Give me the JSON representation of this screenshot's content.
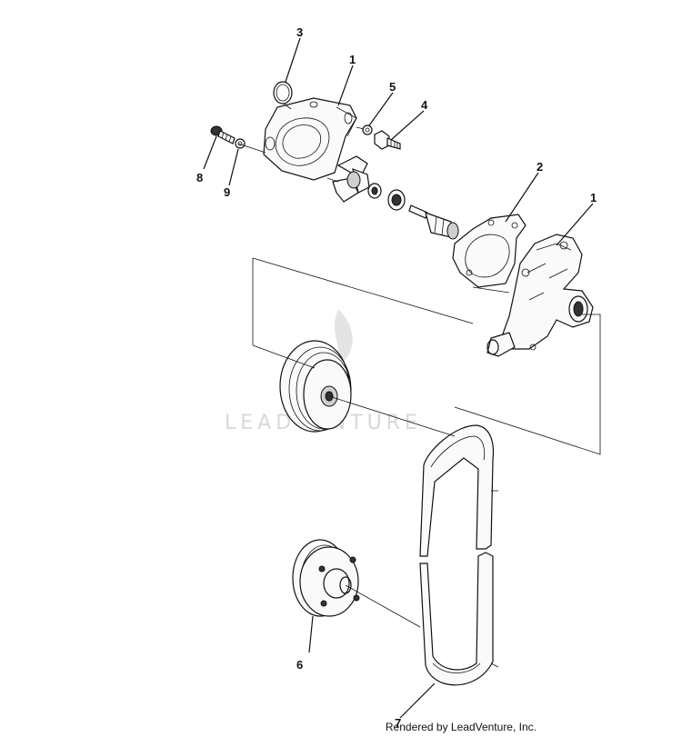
{
  "diagram": {
    "callouts": [
      {
        "id": "c3",
        "label": "3"
      },
      {
        "id": "c1a",
        "label": "1"
      },
      {
        "id": "c5",
        "label": "5"
      },
      {
        "id": "c4",
        "label": "4"
      },
      {
        "id": "c8",
        "label": "8"
      },
      {
        "id": "c9",
        "label": "9"
      },
      {
        "id": "c2",
        "label": "2"
      },
      {
        "id": "c1b",
        "label": "1"
      },
      {
        "id": "c6",
        "label": "6"
      },
      {
        "id": "c7",
        "label": "7"
      }
    ],
    "watermark": "LEADVENTURE",
    "credit": "Rendered by LeadVenture, Inc."
  }
}
